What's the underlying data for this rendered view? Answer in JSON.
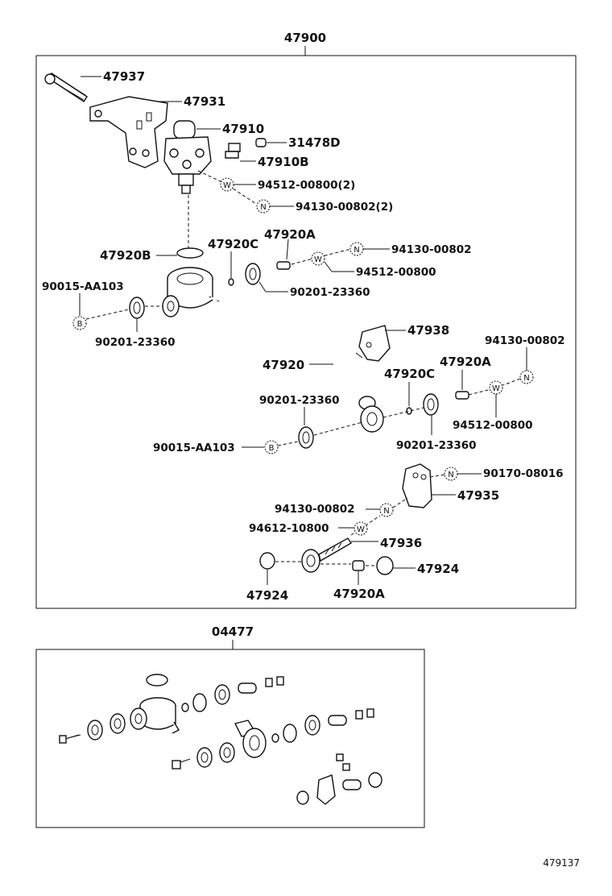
{
  "diagram": {
    "assembly_number": "47900",
    "kit_number": "04477",
    "figure_number": "479137",
    "symbols": {
      "washer": "W",
      "nut": "N",
      "bolt": "B"
    },
    "labels": {
      "l47937": "47937",
      "l47931": "47931",
      "l47910": "47910",
      "l31478D": "31478D",
      "l47910B": "47910B",
      "l94512_00800_2": "94512-00800(2)",
      "l94130_00802_2": "94130-00802(2)",
      "l47920B": "47920B",
      "l47920C_a": "47920C",
      "l47920A_a": "47920A",
      "l94130_00802_a": "94130-00802",
      "l94512_00800_a": "94512-00800",
      "l90015_AA103_a": "90015-AA103",
      "l90201_23360_a": "90201-23360",
      "l90201_23360_b": "90201-23360",
      "l47938": "47938",
      "l94130_00802_b": "94130-00802",
      "l47920": "47920",
      "l47920A_b": "47920A",
      "l47920C_b": "47920C",
      "l90201_23360_c": "90201-23360",
      "l94512_00800_b": "94512-00800",
      "l90015_AA103_b": "90015-AA103",
      "l90201_23360_d": "90201-23360",
      "l90170_08016": "90170-08016",
      "l94130_00802_c": "94130-00802",
      "l47935": "47935",
      "l94612_10800": "94612-10800",
      "l47936": "47936",
      "l47924_a": "47924",
      "l47924_b": "47924",
      "l47920A_c": "47920A"
    }
  }
}
